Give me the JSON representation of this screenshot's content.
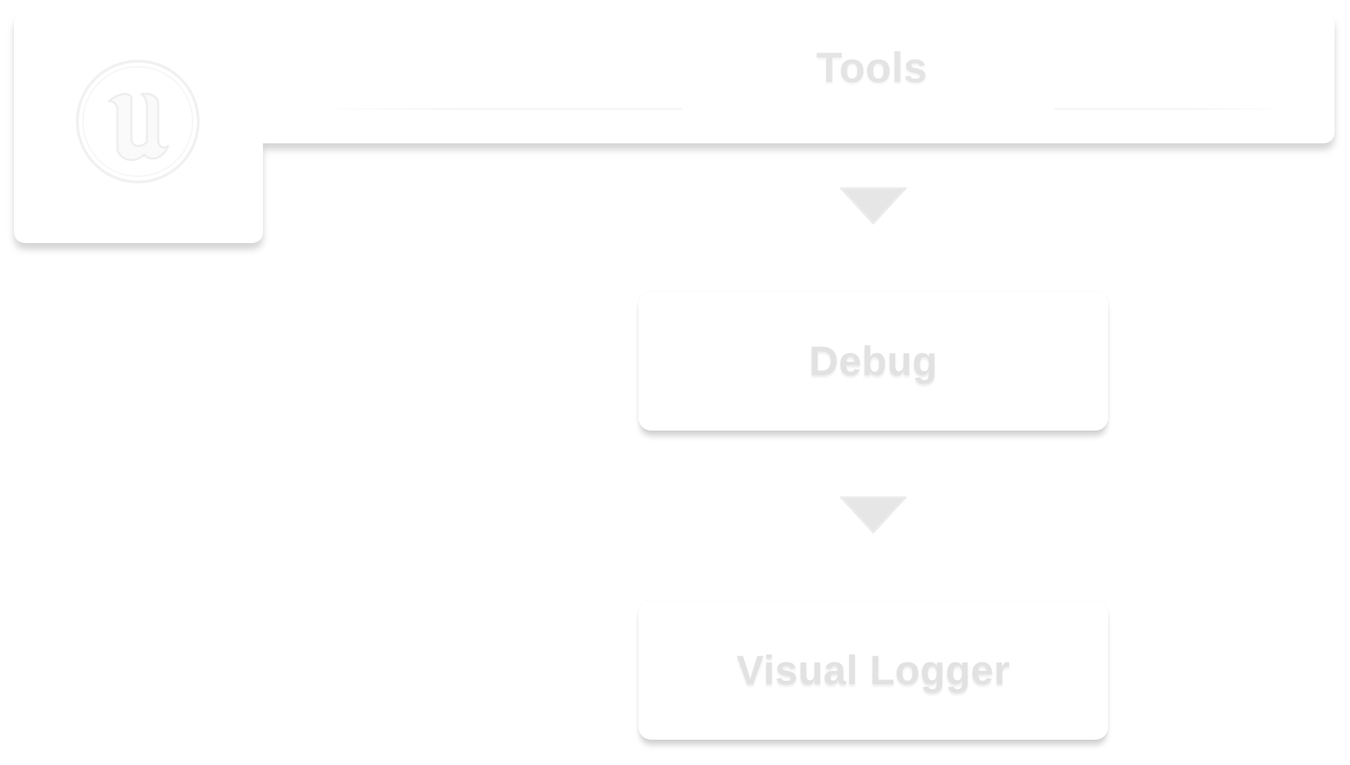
{
  "header": {
    "title": "Tools",
    "logo": "unreal-engine-logo"
  },
  "steps": [
    {
      "label": "Debug"
    },
    {
      "label": "Visual Logger"
    }
  ],
  "connectors": [
    "chevron-down-icon",
    "chevron-down-icon"
  ],
  "colors": {
    "background": "#ffffff",
    "card": "#ffffff",
    "text": "#e2e2e2",
    "arrow": "#e6e6e6"
  }
}
